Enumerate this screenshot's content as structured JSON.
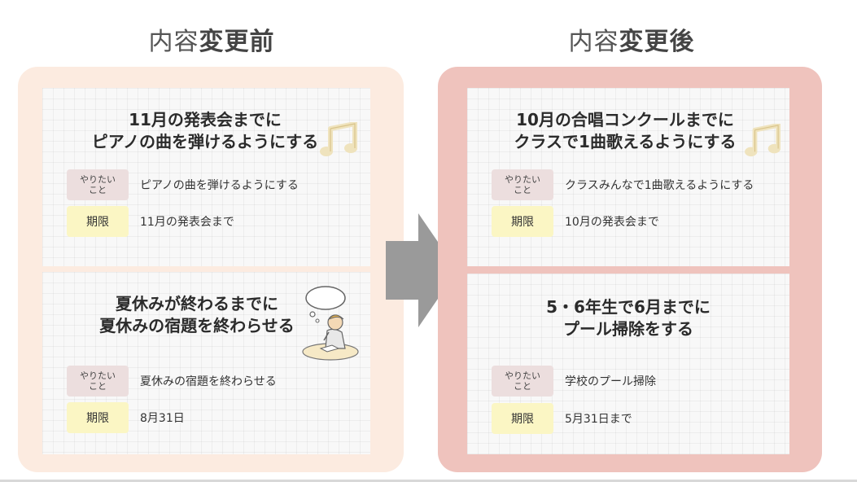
{
  "before": {
    "title_plain": "内容",
    "title_bold": "変更前",
    "cards": [
      {
        "heading_lines": [
          "11月の発表会までに",
          "ピアノの曲を弾けるようにする"
        ],
        "want_label_lines": [
          "やりたい",
          "こと"
        ],
        "want_value": "ピアノの曲を弾けるようにする",
        "deadline_label": "期限",
        "deadline_value": "11月の発表会まで",
        "icon": "music-note-icon"
      },
      {
        "heading_lines": [
          "夏休みが終わるまでに",
          "夏休みの宿題を終わらせる"
        ],
        "want_label_lines": [
          "やりたい",
          "こと"
        ],
        "want_value": "夏休みの宿題を終わらせる",
        "deadline_label": "期限",
        "deadline_value": "8月31日",
        "icon": "thinking-person-illustration"
      }
    ]
  },
  "after": {
    "title_plain": "内容",
    "title_bold": "変更後",
    "cards": [
      {
        "heading_lines": [
          "10月の合唱コンクールまでに",
          "クラスで1曲歌えるようにする"
        ],
        "want_label_lines": [
          "やりたい",
          "こと"
        ],
        "want_value": "クラスみんなで1曲歌えるようにする",
        "deadline_label": "期限",
        "deadline_value": "10月の発表会まで",
        "icon": "music-note-icon"
      },
      {
        "heading_lines": [
          "5・6年生で6月までに",
          "プール掃除をする"
        ],
        "want_label_lines": [
          "やりたい",
          "こと"
        ],
        "want_value": "学校のプール掃除",
        "deadline_label": "期限",
        "deadline_value": "5月31日まで"
      }
    ]
  },
  "colors": {
    "before_panel": "#fcebe0",
    "after_panel": "#efc3bd",
    "arrow": "#9a9a9a",
    "want_tag": "#ecdede",
    "deadline_tag": "#fbf6c4"
  }
}
